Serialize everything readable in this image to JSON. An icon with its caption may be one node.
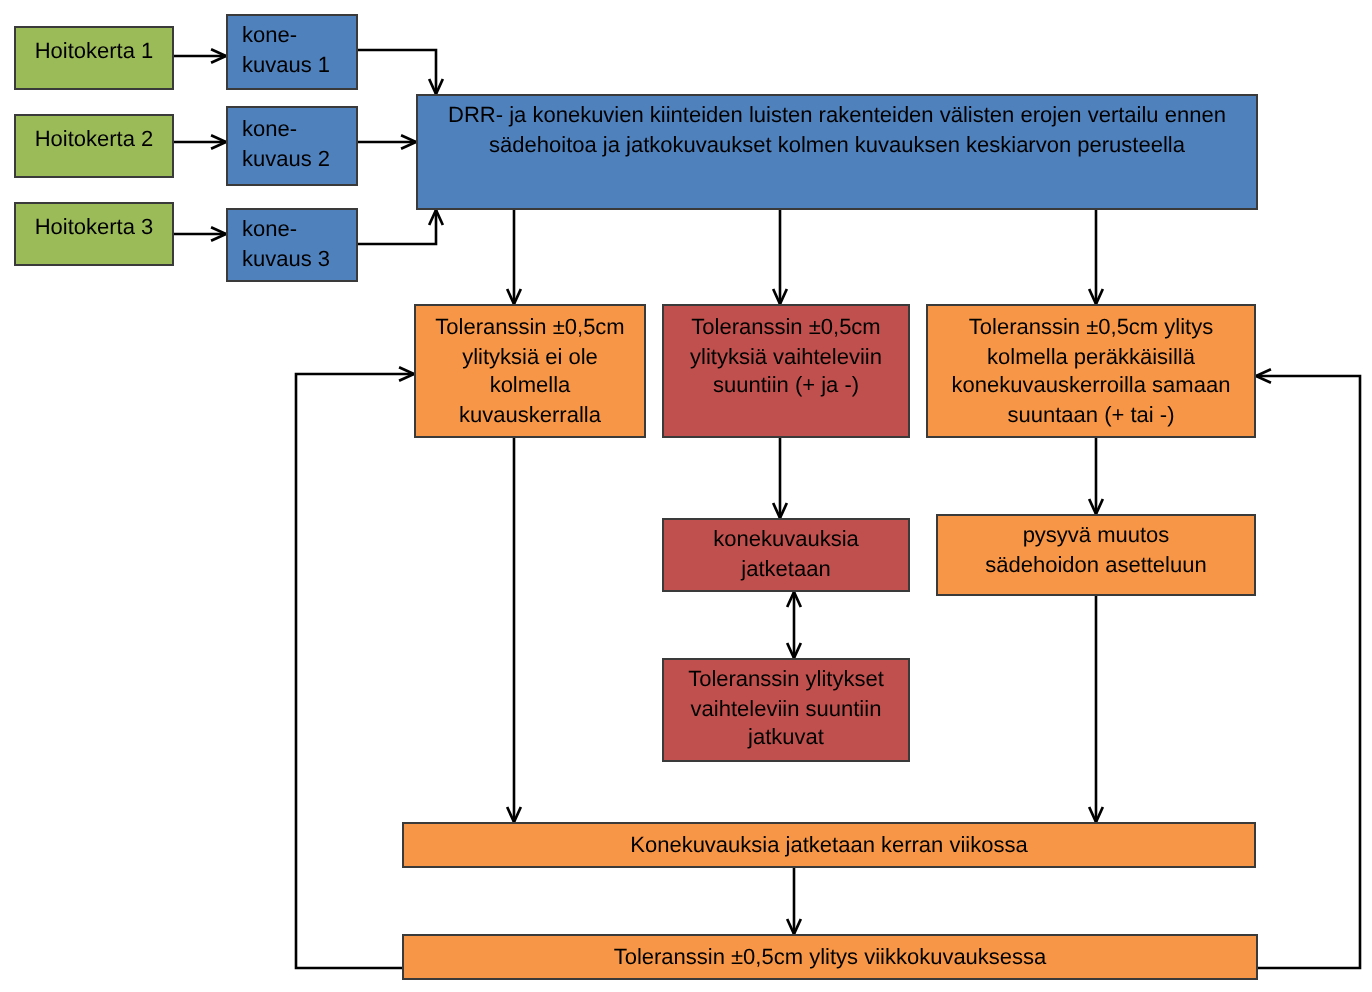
{
  "diagram": {
    "nodes": [
      {
        "text": [
          "Hoitokerta 1"
        ]
      },
      {
        "text": [
          "kone- kuvaus 1"
        ]
      },
      {
        "text": [
          "Hoitokerta 2"
        ]
      },
      {
        "text": [
          "kone- kuvaus 2"
        ]
      },
      {
        "text": [
          "Hoitokerta 3"
        ]
      },
      {
        "text": [
          "kone- kuvaus 3"
        ]
      },
      {
        "text": [
          "DRR- ja konekuvien kiinteiden luisten rakenteiden välisten erojen vertailu ennen sädehoitoa ja jatkokuvaukset kolmen kuvauksen keskiarvon perusteella"
        ]
      },
      {
        "text": [
          "Toleranssin ±0,5cm ylityksiä ei ole kolmella kuvauskerralla"
        ]
      },
      {
        "text": [
          "Toleranssin ±0,5cm ylityksiä vaihteleviin suuntiin (+ ja -)"
        ]
      },
      {
        "text": [
          "Toleranssin ±0,5cm ylitys kolmella peräkkäisillä konekuvauskerroilla samaan suuntaan (+ tai -)"
        ]
      },
      {
        "text": [
          "konekuvauksia jatketaan"
        ]
      },
      {
        "text": [
          "pysyvä muutos sädehoidon asetteluun"
        ]
      },
      {
        "text": [
          "Toleranssin ylitykset vaihteleviin suuntiin jatkuvat"
        ]
      },
      {
        "text": [
          "Konekuvauksia jatketaan kerran viikossa"
        ]
      },
      {
        "text": [
          "Toleranssin ±0,5cm ylitys viikkokuvauksessa"
        ]
      }
    ],
    "edges": [
      {
        "from": 0,
        "to": 1,
        "arrow": "to"
      },
      {
        "from": 2,
        "to": 3,
        "arrow": "to"
      },
      {
        "from": 4,
        "to": 5,
        "arrow": "to"
      },
      {
        "from": 1,
        "to": 6,
        "arrow": "to"
      },
      {
        "from": 3,
        "to": 6,
        "arrow": "to"
      },
      {
        "from": 5,
        "to": 6,
        "arrow": "to"
      },
      {
        "from": 6,
        "to": 7,
        "arrow": "to"
      },
      {
        "from": 6,
        "to": 8,
        "arrow": "to"
      },
      {
        "from": 6,
        "to": 9,
        "arrow": "to"
      },
      {
        "from": 7,
        "to": 13,
        "arrow": "to"
      },
      {
        "from": 8,
        "to": 10,
        "arrow": "to"
      },
      {
        "from": 9,
        "to": 11,
        "arrow": "to"
      },
      {
        "from": 10,
        "to": 12,
        "arrow": "both"
      },
      {
        "from": 11,
        "to": 13,
        "arrow": "to"
      },
      {
        "from": 13,
        "to": 14,
        "arrow": "to"
      },
      {
        "from": 14,
        "to": 7,
        "arrow": "to"
      },
      {
        "from": 14,
        "to": 9,
        "arrow": "to"
      }
    ]
  }
}
